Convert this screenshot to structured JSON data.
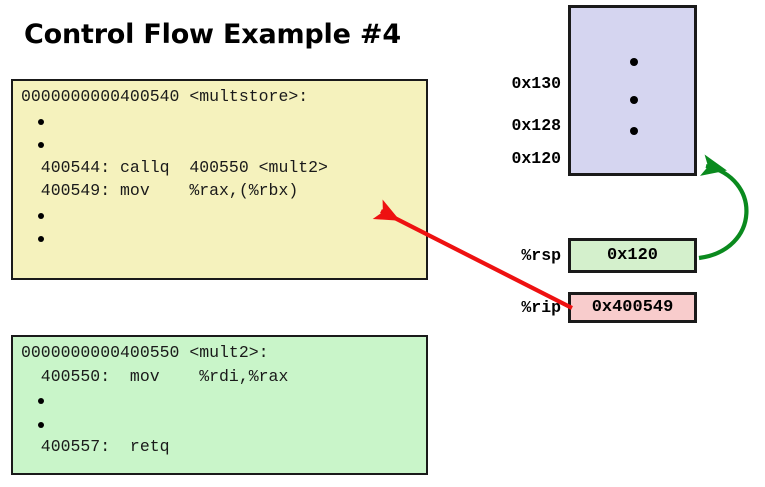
{
  "title": "Control Flow Example #4",
  "code_blocks": [
    {
      "id": "multstore",
      "bg_color": "#f5f2bd",
      "lines": [
        {
          "text": "0000000000400540 <multstore>:",
          "dot": false
        },
        {
          "text": "",
          "dot": true
        },
        {
          "text": "",
          "dot": true
        },
        {
          "text": "  400544: callq  400550 <mult2>",
          "dot": false
        },
        {
          "text": "  400549: mov    %rax,(%rbx)",
          "dot": false
        },
        {
          "text": "",
          "dot": true
        },
        {
          "text": "",
          "dot": true
        }
      ]
    },
    {
      "id": "mult2",
      "bg_color": "#c9f5c9",
      "lines": [
        {
          "text": "0000000000400550 <mult2>:",
          "dot": false
        },
        {
          "text": "  400550:  mov    %rdi,%rax",
          "dot": false
        },
        {
          "text": "",
          "dot": true
        },
        {
          "text": "",
          "dot": true
        },
        {
          "text": "  400557:  retq",
          "dot": false
        }
      ]
    }
  ],
  "stack": {
    "fill_color": "#d5d5f0",
    "addresses": [
      "0x130",
      "0x128",
      "0x120"
    ],
    "dot_count": 3
  },
  "registers": [
    {
      "name": "%rsp",
      "value": "0x120",
      "box_color": "#d4f0cc"
    },
    {
      "name": "%rip",
      "value": "0x400549",
      "box_color": "#f8cccc"
    }
  ],
  "arrows": [
    {
      "name": "rip-to-instruction",
      "color": "#ee1111"
    },
    {
      "name": "rsp-to-stack-top",
      "color": "#0a8a1e"
    }
  ]
}
